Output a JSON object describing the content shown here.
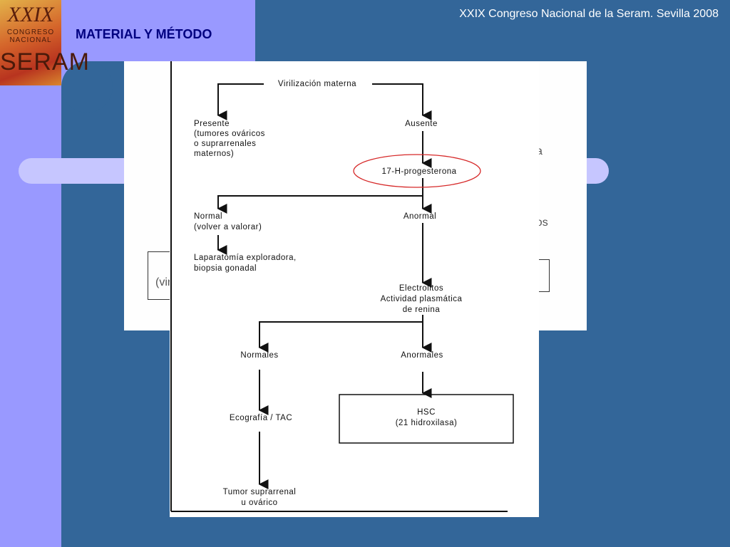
{
  "header": {
    "conference": "XXIX Congreso Nacional de la Seram. Sevilla 2008",
    "slide_title": "MATERIAL Y MÉTODO"
  },
  "logo": {
    "roman": "XXIX",
    "subtitle_line1": "CONGRESO",
    "subtitle_line2": "NACIONAL",
    "name": "SERAM"
  },
  "background_fragments": {
    "frag_a": "a",
    "frag_b": "ados",
    "frag_c": "(vir"
  },
  "flowchart": {
    "root": "Virilización materna",
    "present": [
      "Presente",
      "(tumores ováricos",
      "o suprarrenales",
      "maternos)"
    ],
    "absent": "Ausente",
    "hormone": "17-H-progesterona",
    "normal": [
      "Normal",
      "(volver a valorar)"
    ],
    "abnormal": "Anormal",
    "laparotomy": [
      "Laparatomía exploradora,",
      "biopsia gonadal"
    ],
    "electrolytes": [
      "Electrolitos",
      "Actividad plasmática",
      "de renina"
    ],
    "normales": "Normales",
    "anormales": "Anormales",
    "imaging": "Ecografía / TAC",
    "hsc": [
      "HSC",
      "(21 hidroxilasa)"
    ],
    "tumor": [
      "Tumor suprarrenal",
      "u ovárico"
    ],
    "highlight_color": "#d62828"
  },
  "colors": {
    "background": "#336699",
    "accent_band": "#9999ff",
    "pill": "#c6c6ff",
    "title": "#000080"
  }
}
